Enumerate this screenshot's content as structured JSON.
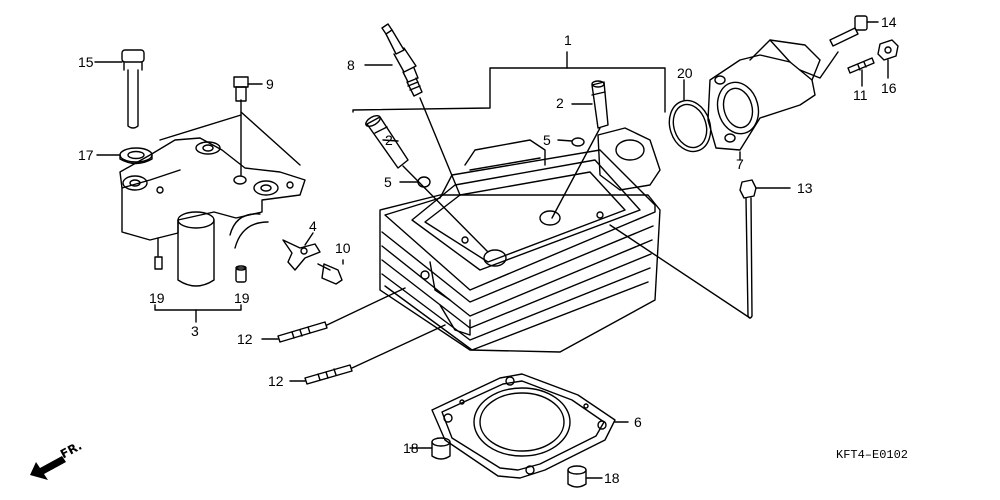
{
  "callouts": {
    "c1": "1",
    "c2a": "2",
    "c2b": "2",
    "c3": "3",
    "c4": "4",
    "c5a": "5",
    "c5b": "5",
    "c6": "6",
    "c7": "7",
    "c8": "8",
    "c9": "9",
    "c10": "10",
    "c11": "11",
    "c12a": "12",
    "c12b": "12",
    "c13": "13",
    "c14": "14",
    "c15": "15",
    "c16": "16",
    "c17": "17",
    "c18a": "18",
    "c18b": "18",
    "c19a": "19",
    "c19b": "19",
    "c20": "20"
  },
  "diagram_code": "KFT4–E0102",
  "direction_label": "FR."
}
